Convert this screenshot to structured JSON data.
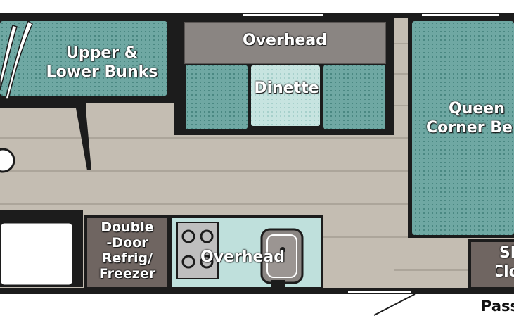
{
  "labels": {
    "bunks": [
      "Upper &",
      "Lower Bunks"
    ],
    "overhead_top": "Overhead",
    "dinette": "Dinette",
    "queen_bed": [
      "Queen",
      "Corner Be"
    ],
    "fridge": [
      "Double",
      "-Door",
      "Refrig/",
      "Freezer"
    ],
    "overhead_kitchen": "Overhead",
    "closet": [
      "Sh",
      "Clo"
    ],
    "passenger": "Pass"
  },
  "colors": {
    "wall": "#1c1c1c",
    "floor": "#c4bdb2",
    "floor_line": "#9e978d",
    "teal": "#6fa8a3",
    "teal_dark": "#3e7d78",
    "cabinet": "#6f6561",
    "counter": "#bfe0dc",
    "overhead_gray": "#8a8582"
  }
}
